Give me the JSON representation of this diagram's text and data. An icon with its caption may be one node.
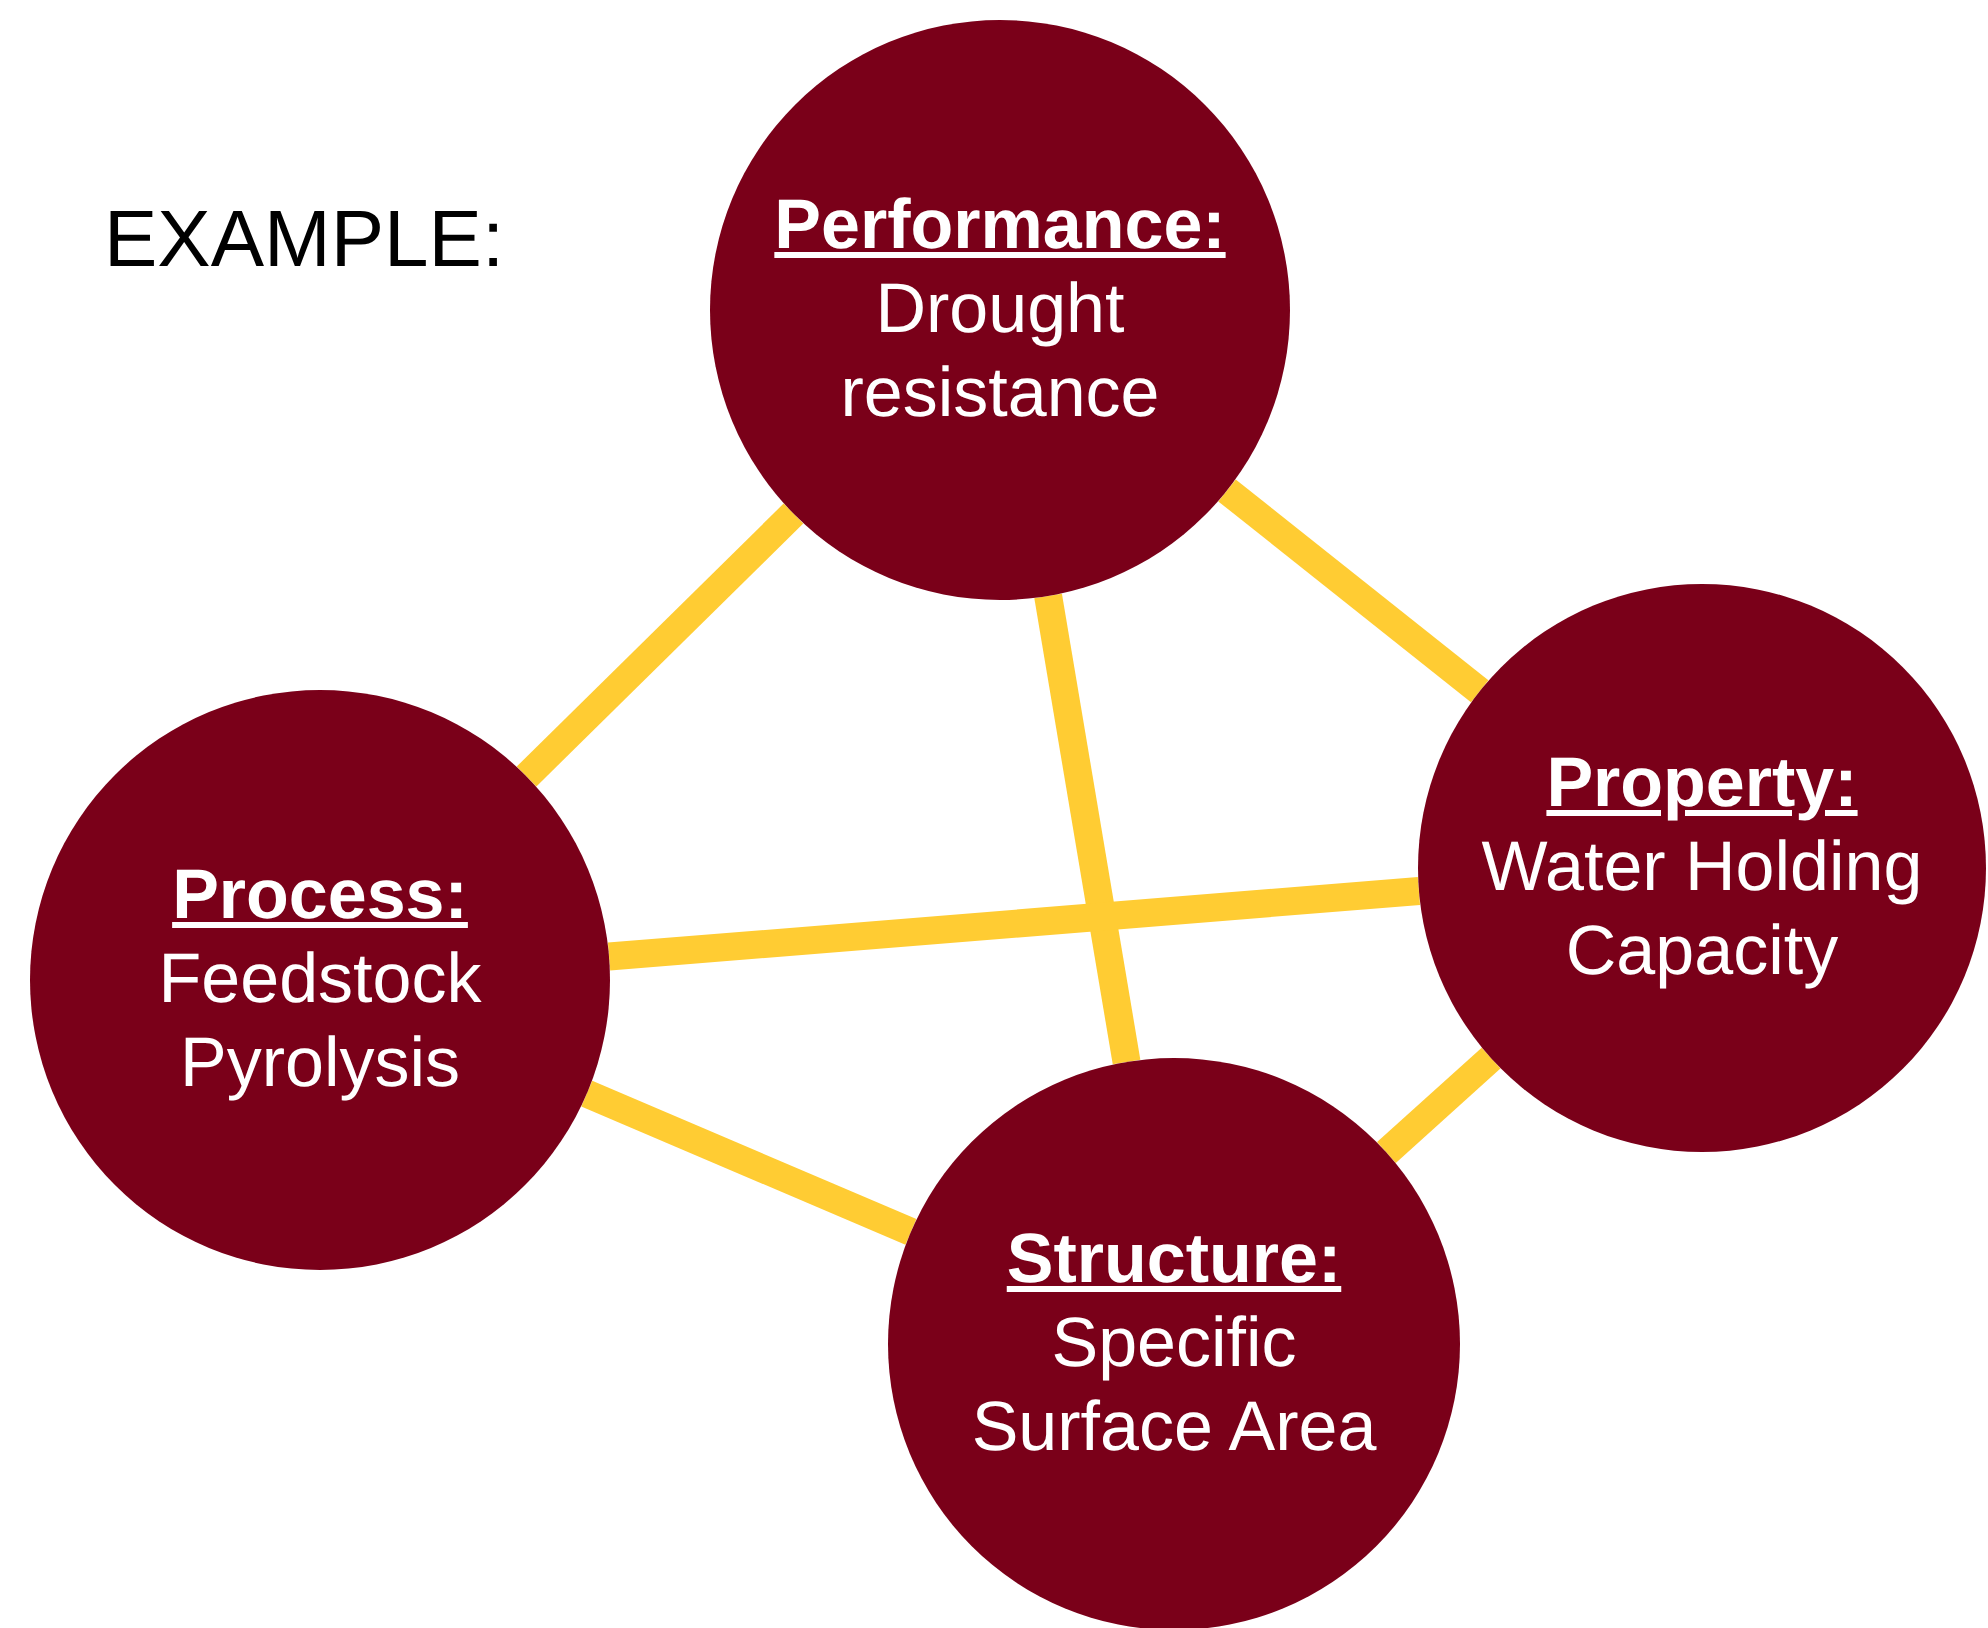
{
  "diagram": {
    "nodes": [
      {
        "text": [
          "Performance:",
          "Drought resistance"
        ]
      },
      {
        "text": [
          "Property:",
          "Water Holding Capacity"
        ]
      },
      {
        "text": [
          "Process:",
          "Feedstock Pyrolysis"
        ]
      },
      {
        "text": [
          "Structure:",
          "Specific Surface Area"
        ]
      }
    ],
    "edges": [
      {
        "from": 0,
        "to": 2,
        "arrow": "none"
      },
      {
        "from": 0,
        "to": 1,
        "arrow": "none"
      },
      {
        "from": 0,
        "to": 3,
        "arrow": "none"
      },
      {
        "from": 2,
        "to": 1,
        "arrow": "none"
      },
      {
        "from": 2,
        "to": 3,
        "arrow": "none"
      },
      {
        "from": 1,
        "to": 3,
        "arrow": "none"
      }
    ],
    "labels": [
      "EXAMPLE:"
    ]
  }
}
